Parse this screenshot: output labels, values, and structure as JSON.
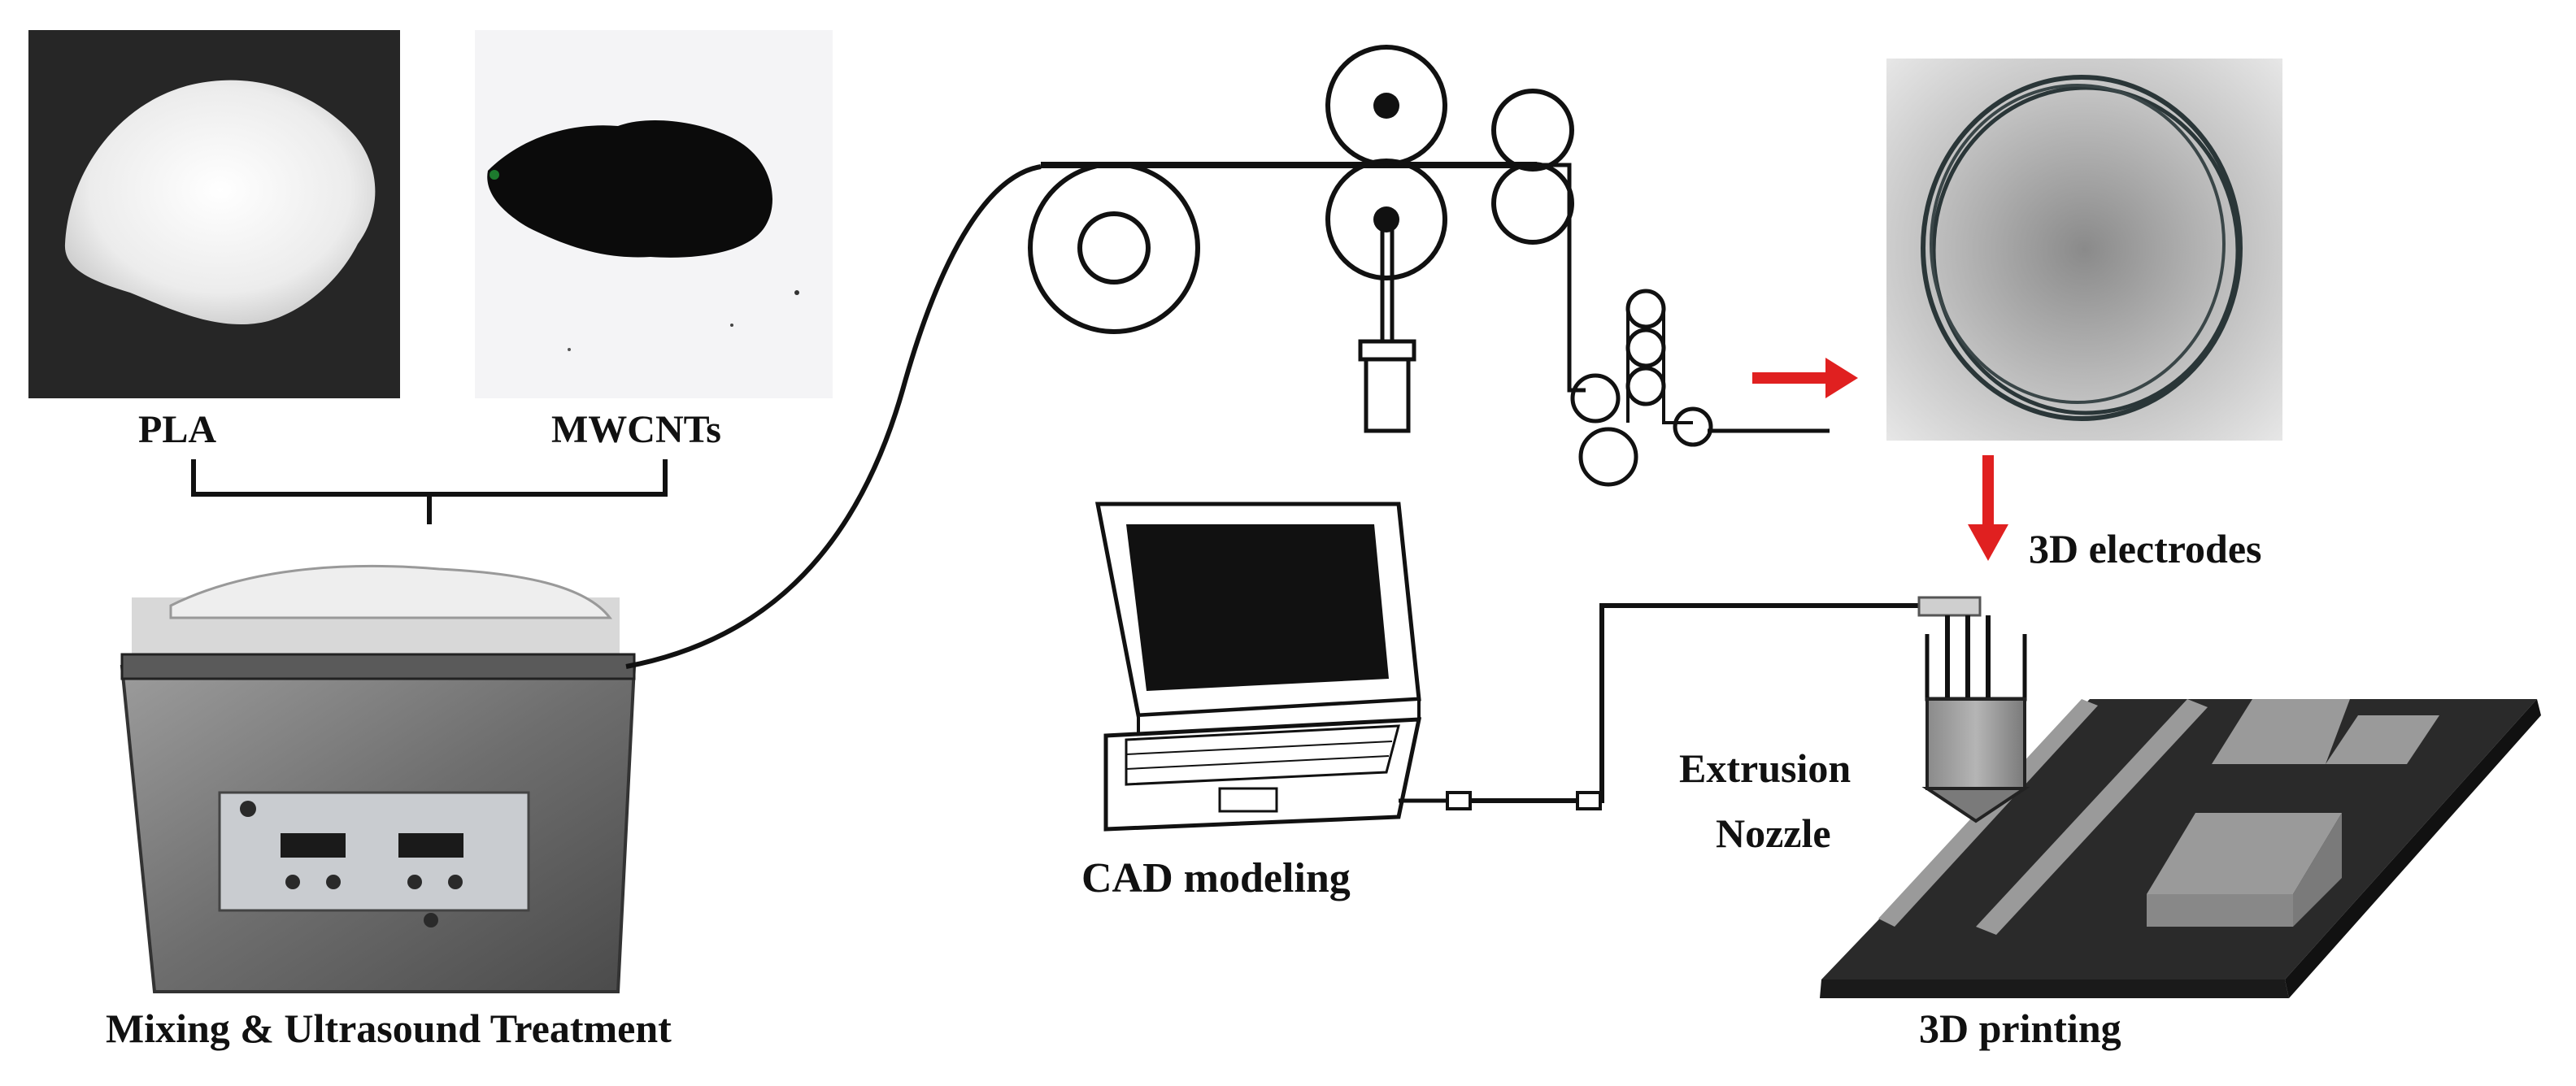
{
  "labels": {
    "pla": "PLA",
    "mwcnts": "MWCNTs",
    "mixing": "Mixing & Ultrasound Treatment",
    "cad": "CAD modeling",
    "electrodes": "3D electrodes",
    "extrusion_line1": "Extrusion",
    "extrusion_line2": "Nozzle",
    "printing": "3D printing"
  },
  "colors": {
    "arrow": "#e02020",
    "line": "#111111",
    "pla_powder": "#f2f2f2",
    "cnt_powder": "#0b0b0b",
    "board": "#2a2a2a",
    "block": "#9a9a9a"
  }
}
